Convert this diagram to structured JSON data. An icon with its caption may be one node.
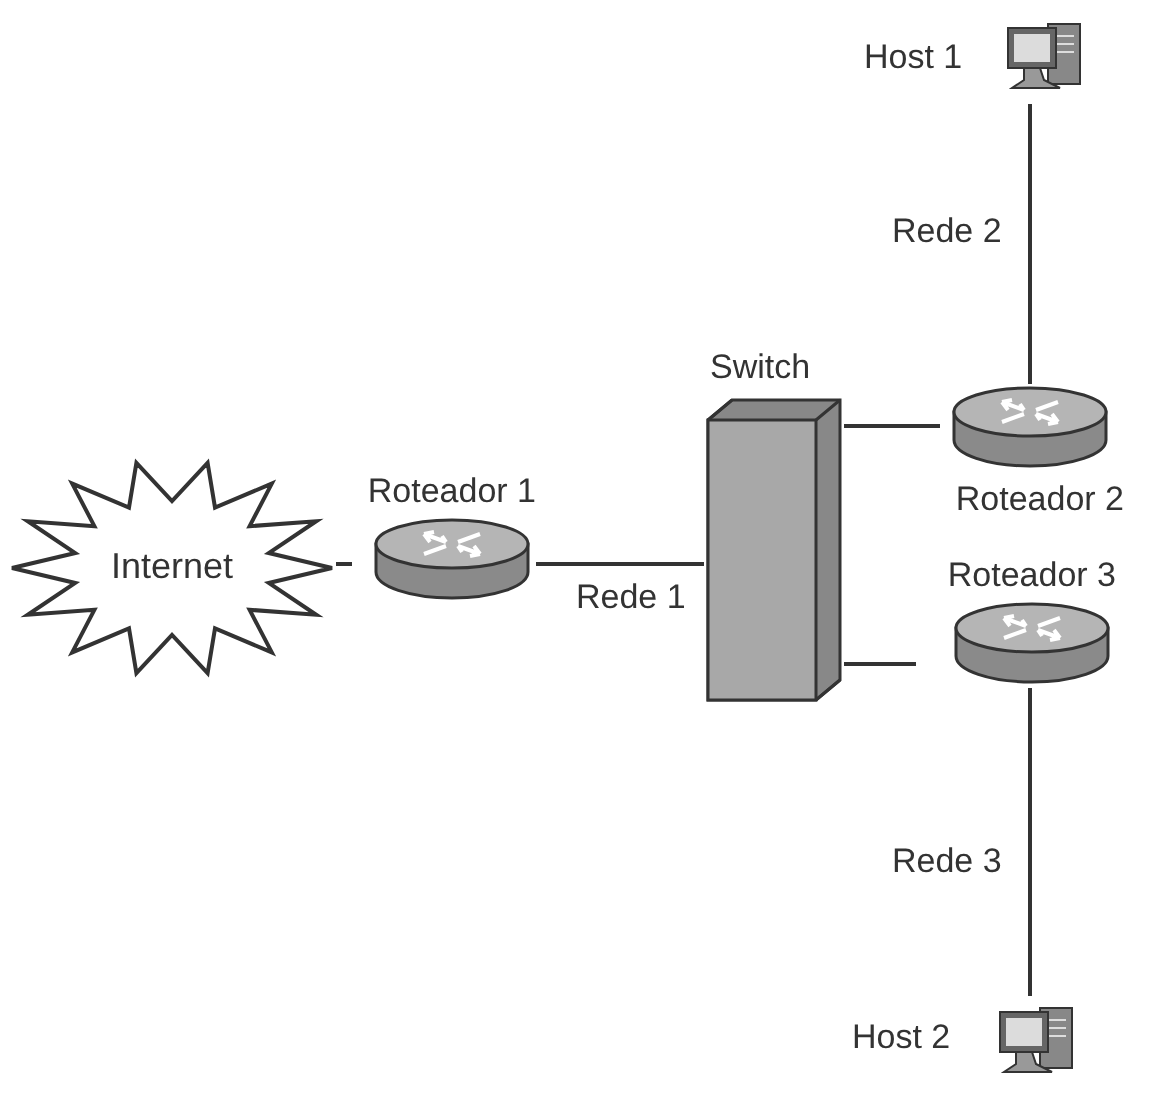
{
  "diagram": {
    "nodes": [
      {
        "text": [
          "Internet"
        ]
      },
      {
        "text": [
          "Roteador 1"
        ]
      },
      {
        "text": [
          "Switch"
        ]
      },
      {
        "text": [
          "Roteador 2"
        ]
      },
      {
        "text": [
          "Roteador 3"
        ]
      },
      {
        "text": [
          "Host 1"
        ]
      },
      {
        "text": [
          "Host 2"
        ]
      }
    ],
    "edges": [
      {
        "from": 0,
        "to": 1,
        "arrow": "none"
      },
      {
        "from": 1,
        "to": 2,
        "arrow": "none",
        "label": "Rede 1"
      },
      {
        "from": 2,
        "to": 3,
        "arrow": "none"
      },
      {
        "from": 2,
        "to": 4,
        "arrow": "none"
      },
      {
        "from": 5,
        "to": 3,
        "arrow": "none",
        "label": "Rede 2"
      },
      {
        "from": 4,
        "to": 6,
        "arrow": "none",
        "label": "Rede 3"
      }
    ]
  }
}
